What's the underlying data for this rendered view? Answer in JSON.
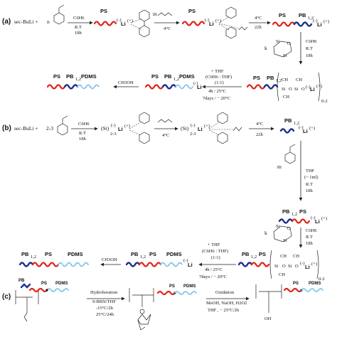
{
  "colors": {
    "ps": "#e0241b",
    "pb": "#1d2f8f",
    "pdms": "#7dc3ea",
    "ink": "#111111"
  },
  "labels": {
    "a": "(a)",
    "b": "(b)",
    "c": "(c)"
  },
  "species": {
    "secbuli": "sec-BuLi +",
    "n": "n",
    "m": "m",
    "k": "k",
    "ps": "PS",
    "pb": "PB",
    "pb_sub": "1,2",
    "pdms": "PDMS",
    "li": "Li",
    "li_charge": "(+)",
    "neg": "(-)",
    "st": "(St)",
    "st_sub": "2-3",
    "two_three": "2-3",
    "si": "Si",
    "o": "O",
    "ch3": "CH",
    "ch3_sub": "3",
    "range": "0-2",
    "c6h6": "C6H6",
    "hooh": "OH"
  },
  "conditions": {
    "c6h6": "C6H6",
    "rt": "R.T",
    "t18h": "18h",
    "t4c": "4°C",
    "t22h": "22h",
    "thf_plus": "+ THF",
    "c6h6_thf": "(C6H6 : THF)",
    "ratio": "(1:1)",
    "t4h25": "4h / 25°C",
    "days": "7days / − 20°C",
    "ch3oh": "CH3OH",
    "thf": "THF",
    "thf_vol": "(~ 1ml)",
    "hydroboration": "Hydroboration",
    "bbn": "9-BBN/THF",
    "m15": "-15°C/2h",
    "p25": "25°C/24h",
    "oxidation": "Oxidation",
    "meoh": "MeOH, NaOH, H2O2",
    "thf_oxid": "THF , − 25°C/2h"
  }
}
